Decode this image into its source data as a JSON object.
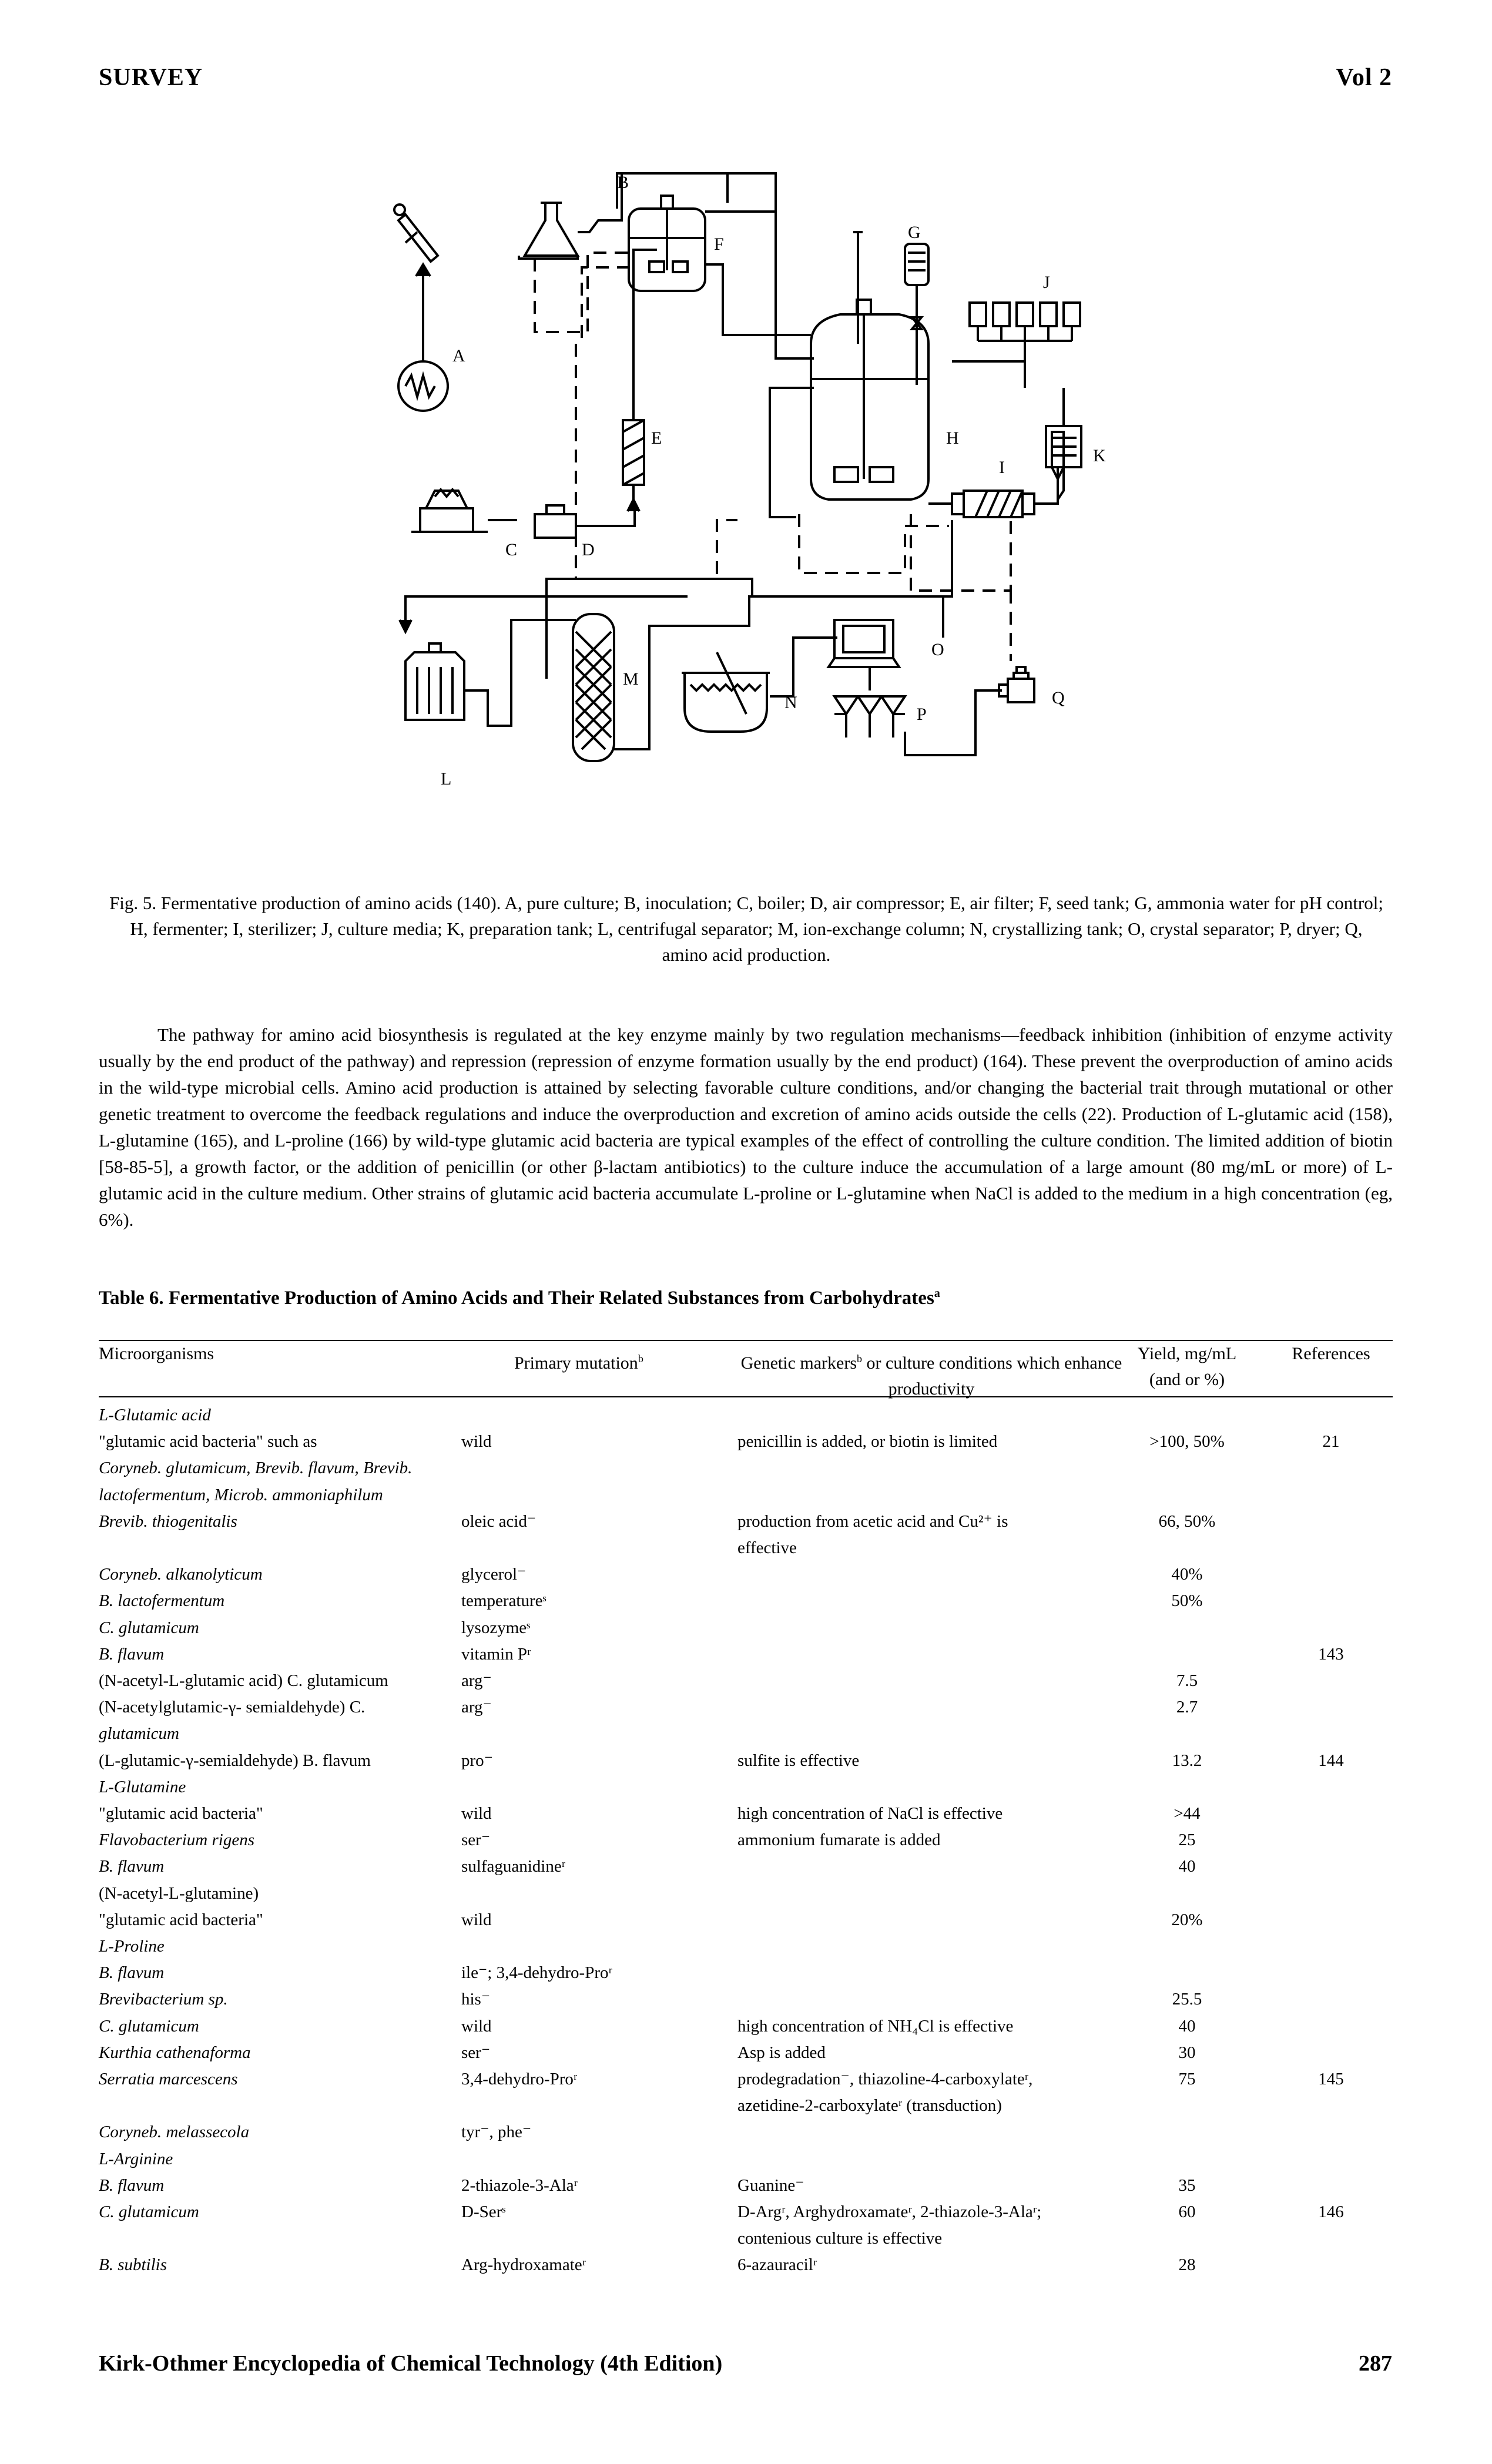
{
  "header": {
    "left": "SURVEY",
    "right": "Vol 2"
  },
  "figure": {
    "labels": [
      "A",
      "B",
      "C",
      "D",
      "E",
      "F",
      "G",
      "H",
      "I",
      "J",
      "K",
      "L",
      "M",
      "N",
      "O",
      "P",
      "Q"
    ],
    "caption": "Fig. 5. Fermentative production of amino acids (140). A, pure culture; B, inoculation; C, boiler; D, air compressor; E, air filter; F, seed tank; G, ammonia water for pH control; H, fermenter; I, sterilizer; J, culture media; K, preparation tank; L, centrifugal separator; M, ion-exchange column; N, crystallizing tank; O, crystal separator; P, dryer; Q, amino acid production."
  },
  "body": {
    "p1": "The pathway for amino acid biosynthesis is regulated at the key enzyme mainly by two regulation mechanisms—feedback inhibition (inhibition of enzyme activity usually by the end product of the pathway) and repression (repression of enzyme formation usually by the end product) (164). These prevent the overproduction of amino acids in the wild-type microbial cells. Amino acid production is attained by selecting favorable culture conditions, and/or changing the bacterial trait through mutational or other genetic treatment to overcome the feedback regulations and induce the overproduction and excretion of amino acids outside the cells (22). Production of L-glutamic acid (158), L-glutamine (165), and L-proline (166) by wild-type glutamic acid bacteria are typical examples of the effect of controlling the culture condition. The limited addition of biotin [58-85-5], a growth factor, or the addition of penicillin (or other β-lactam antibiotics) to the culture induce the accumulation of a large amount (80 mg/mL or more) of L-glutamic acid in the culture medium. Other strains of glutamic acid bacteria accumulate L-proline or L-glutamine when NaCl is added to the medium in a high concentration (eg, 6%)."
  },
  "table": {
    "title": "Table 6. Fermentative Production of Amino Acids and Their Related Substances from Carbohydrates",
    "title_sup": "a",
    "headers": {
      "org": "Microorganisms",
      "mut": "Primary mutation",
      "mut_sup": "b",
      "gen": "Genetic markers",
      "gen_sup": "b",
      "gen_rest": " or culture conditions which enhance productivity",
      "yld": "Yield, mg/mL (and or %)",
      "ref": "References"
    },
    "rows": [
      {
        "org": "L-Glutamic acid",
        "section": true
      },
      {
        "org": "\"glutamic acid bacteria\" such as",
        "mut": "wild",
        "gen": "penicillin is added, or biotin is limited",
        "yld": ">100, 50%",
        "ref": "21"
      },
      {
        "org": "Coryneb. glutamicum, Brevib.  flavum, Brevib.",
        "italic": true
      },
      {
        "org": "lactofermentum, Microb.  ammoniaphilum",
        "italic": true
      },
      {
        "org": "Brevib. thiogenitalis",
        "italic": true,
        "mut": "oleic acid⁻",
        "gen": "production from acetic acid and Cu²⁺  is",
        "yld": "66, 50%"
      },
      {
        "gen": "effective"
      },
      {
        "org": "Coryneb. alkanolyticum",
        "italic": true,
        "mut": "glycerol⁻",
        "yld": "40%"
      },
      {
        "org": "B. lactofermentum",
        "italic": true,
        "mut": "temperatureˢ",
        "yld": "50%"
      },
      {
        "org": "C. glutamicum",
        "italic": true,
        "mut": "lysozymeˢ"
      },
      {
        "org": "B. flavum",
        "italic": true,
        "mut": "vitamin Pʳ",
        "ref": "143"
      },
      {
        "org": "(N-acetyl-L-glutamic acid)  C. glutamicum",
        "mut": "arg⁻",
        "yld": "7.5"
      },
      {
        "org": "(N-acetylglutamic-γ-  semialdehyde) C.",
        "mut": "arg⁻",
        "yld": "2.7"
      },
      {
        "org": "glutamicum",
        "italic": true
      },
      {
        "org": "(L-glutamic-γ-semialdehyde)  B. flavum",
        "mut": "pro⁻",
        "gen": "sulfite is effective",
        "yld": "13.2",
        "ref": "144"
      },
      {
        "org": "L-Glutamine",
        "section": true
      },
      {
        "org": "\"glutamic acid bacteria\"",
        "mut": "wild",
        "gen": "high concentration of NaCl is effective",
        "yld": ">44"
      },
      {
        "org": "Flavobacterium rigens",
        "italic": true,
        "mut": "ser⁻",
        "gen": "ammonium fumarate is added",
        "yld": "25"
      },
      {
        "org": "B. flavum",
        "italic": true,
        "mut": "sulfaguanidineʳ",
        "yld": "40"
      },
      {
        "org": "(N-acetyl-L-glutamine)"
      },
      {
        "org": "\"glutamic acid bacteria\"",
        "mut": "wild",
        "yld": "20%"
      },
      {
        "org": "L-Proline",
        "section": true
      },
      {
        "org": "B. flavum",
        "italic": true,
        "mut": "ile⁻; 3,4-dehydro-Proʳ"
      },
      {
        "org": "Brevibacterium sp.",
        "italic": true,
        "mut": "his⁻",
        "yld": "25.5"
      },
      {
        "org": "C. glutamicum",
        "italic": true,
        "mut": "wild",
        "gen": "high concentration of NH₄Cl is effective",
        "yld": "40"
      },
      {
        "org": "Kurthia cathenaforma",
        "italic": true,
        "mut": "ser⁻",
        "gen": "Asp is added",
        "yld": "30"
      },
      {
        "org": "Serratia marcescens",
        "italic": true,
        "mut": "3,4-dehydro-Proʳ",
        "gen": "prodegradation⁻, thiazoline-4-carboxylateʳ,",
        "yld": "75",
        "ref": "145"
      },
      {
        "gen": "azetidine-2-carboxylateʳ (transduction)"
      },
      {
        "org": "Coryneb. melassecola",
        "italic": true,
        "mut": "tyr⁻, phe⁻"
      },
      {
        "org": "L-Arginine",
        "section": true
      },
      {
        "org": "B. flavum",
        "italic": true,
        "mut": "2-thiazole-3-Alaʳ",
        "gen": "Guanine⁻",
        "yld": "35"
      },
      {
        "org": "C. glutamicum",
        "italic": true,
        "mut": "D-Serˢ",
        "gen": "D-Argʳ, Arghydroxamateʳ, 2-thiazole-3-Alaʳ;",
        "yld": "60",
        "ref": "146"
      },
      {
        "gen": "contenious culture is effective"
      },
      {
        "org": "B. subtilis",
        "italic": true,
        "mut": "Arg-hydroxamateʳ",
        "gen": "6-azauracilʳ",
        "yld": "28"
      }
    ]
  },
  "footer": {
    "title": "Kirk-Othmer Encyclopedia of Chemical Technology (4th Edition)",
    "page": "287"
  }
}
